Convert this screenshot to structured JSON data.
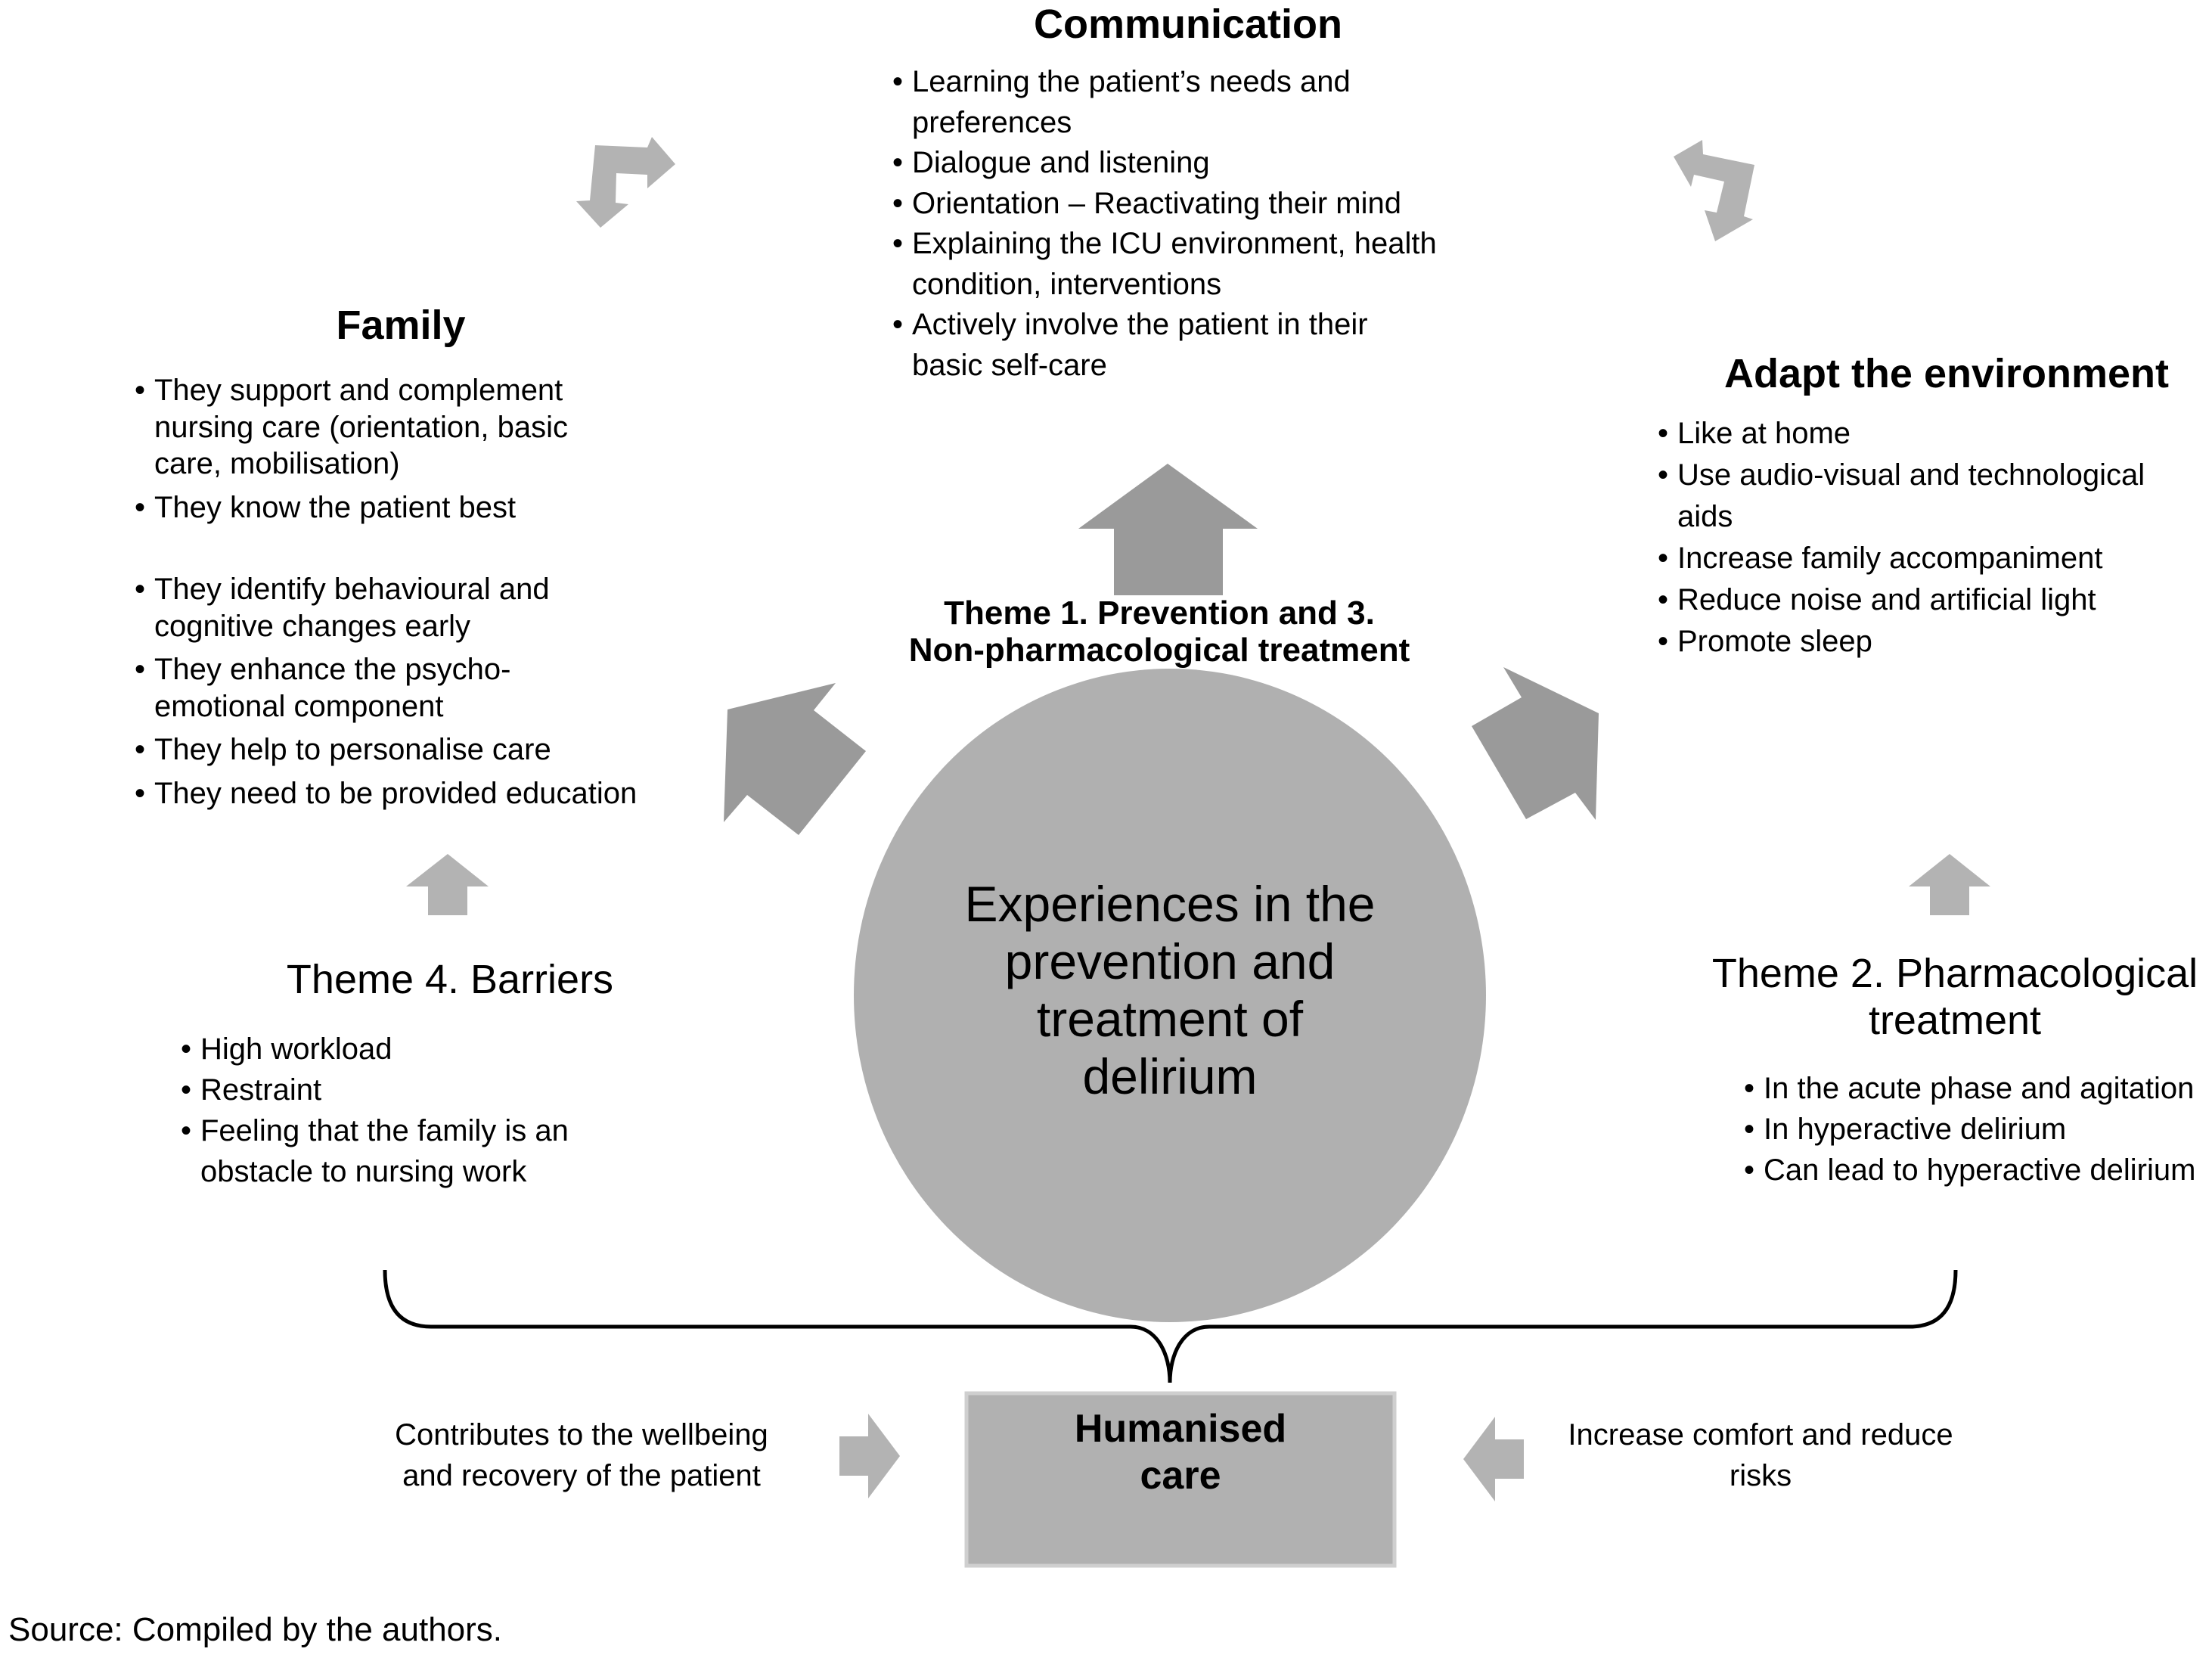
{
  "colors": {
    "dark_arrow": "#9a9a9a",
    "light_arrow": "#b3b3b3",
    "circle_fill": "#b0b0b0",
    "box_fill": "#b1b1b1",
    "box_border": "#cfcfcf",
    "text": "#000000"
  },
  "communication": {
    "title": "Communication",
    "items": [
      "Learning the patient’s needs and preferences",
      "Dialogue and listening",
      "Orientation – Reactivating their mind",
      "Explaining the ICU environment, health condition, interventions",
      "Actively involve the patient in their basic self-care"
    ]
  },
  "family": {
    "title": "Family",
    "items": [
      "They support and complement nursing care (orientation, basic care, mobilisation)",
      "They know the patient best",
      "They identify behavioural and cognitive changes early",
      "They enhance the psycho-emotional component",
      "They help to personalise care",
      "They need to be provided education"
    ]
  },
  "environment": {
    "title": "Adapt the environment",
    "items": [
      "Like at home",
      "Use audio-visual and technological aids",
      "Increase family accompaniment",
      "Reduce noise and artificial light",
      "Promote sleep"
    ]
  },
  "theme1": {
    "line1": "Theme 1. Prevention and 3.",
    "line2": "Non-pharmacological treatment"
  },
  "center": {
    "lines": [
      "Experiences in the",
      "prevention and",
      "treatment of",
      "delirium"
    ]
  },
  "theme4": {
    "title": "Theme 4. Barriers",
    "items": [
      "High workload",
      "Restraint",
      "Feeling that the family is an obstacle to nursing work"
    ]
  },
  "theme2": {
    "title_line1": "Theme 2. Pharmacological",
    "title_line2": "treatment",
    "items": [
      "In the acute phase and agitation",
      "In hyperactive delirium",
      "Can lead to hyperactive delirium"
    ]
  },
  "outcome": {
    "box_line1": "Humanised",
    "box_line2": "care",
    "left_line1": "Contributes to the wellbeing",
    "left_line2": "and recovery of the patient",
    "right_line1": "Increase comfort and reduce",
    "right_line2": "risks"
  },
  "source": "Source: Compiled by the authors.",
  "icons": {
    "top_left": "bent-double-arrow-icon",
    "top_right": "bent-double-arrow-icon",
    "up": "up-arrow-icon",
    "diag_left": "up-left-arrow-icon",
    "diag_right": "up-right-arrow-icon",
    "right": "right-arrow-icon",
    "left": "left-arrow-icon"
  }
}
